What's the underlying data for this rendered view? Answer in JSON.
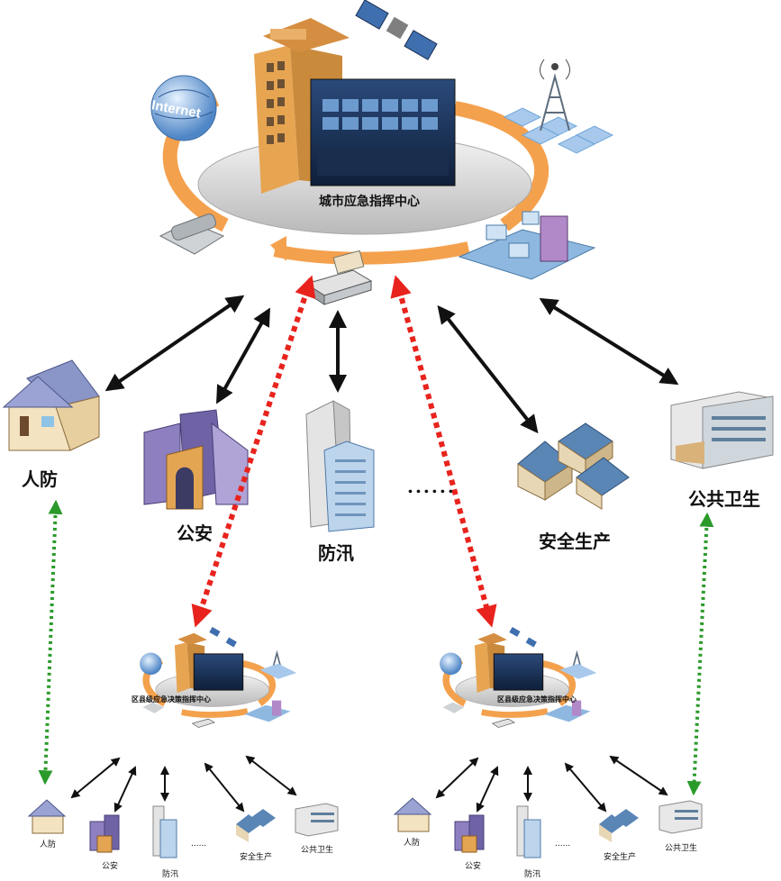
{
  "center": {
    "title": "城市应急指挥中心",
    "internet": "Internet"
  },
  "departments": {
    "civil_defense": "人防",
    "police": "公安",
    "flood_control": "防汛",
    "ellipsis": "......",
    "work_safety": "安全生产",
    "public_health": "公共卫生"
  },
  "district_left": {
    "title": "区县级应急决策指挥中心",
    "civil_defense": "人防",
    "police": "公安",
    "flood_control": "防汛",
    "ellipsis": "......",
    "work_safety": "安全生产",
    "public_health": "公共卫生"
  },
  "district_right": {
    "title": "区县级应急决策指挥中心",
    "civil_defense": "人防",
    "police": "公安",
    "flood_control": "防汛",
    "ellipsis": "......",
    "work_safety": "安全生产",
    "public_health": "公共卫生"
  },
  "colors": {
    "link_black": "#111111",
    "link_red": "#e8231d",
    "link_green": "#2a9a2a",
    "ring_orange": "#f4a14e",
    "platform": "#dcdcdc",
    "building_tan": "#e7a552",
    "building_purple": "#8d7fc0",
    "roof_blue": "#5a86b6",
    "tower_blue": "#6fa7d9"
  }
}
